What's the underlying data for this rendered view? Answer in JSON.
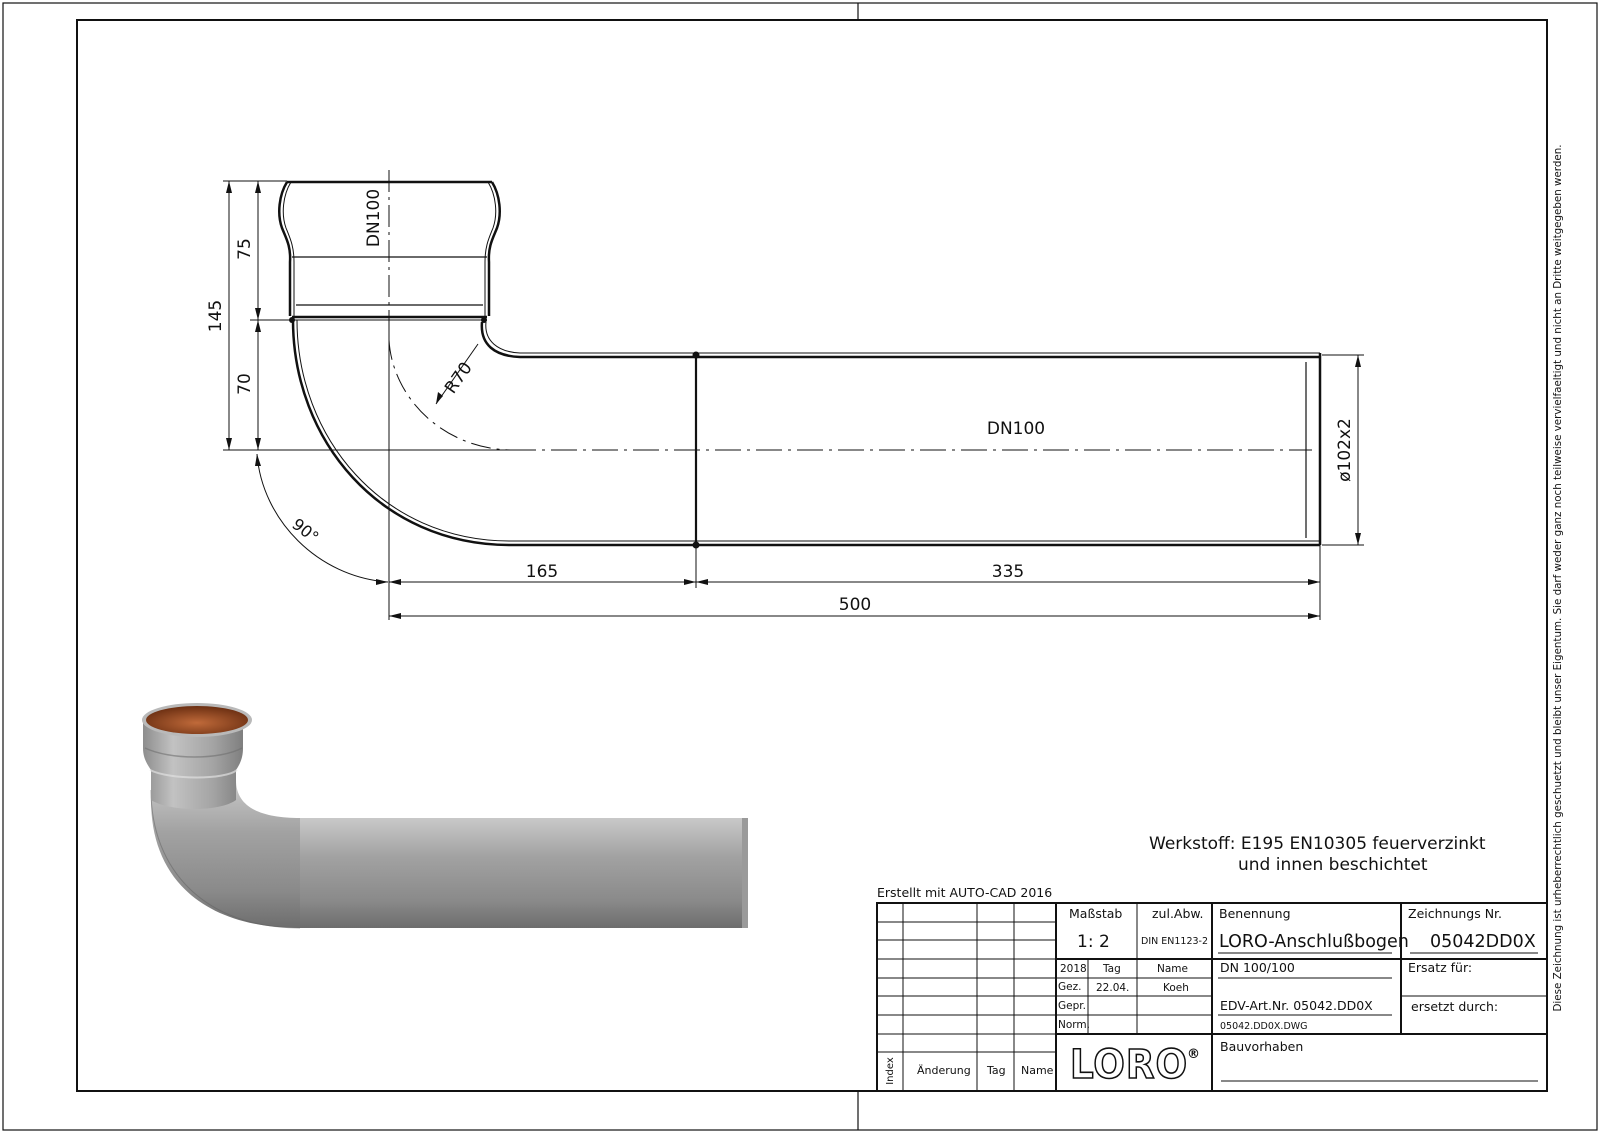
{
  "drawing": {
    "dims": {
      "d145": "145",
      "d75": "75",
      "d70": "70",
      "d165": "165",
      "d335": "335",
      "d500": "500",
      "r70": "R70",
      "angle": "90°",
      "dn_top": "DN100",
      "dn_main": "DN100",
      "dia": "ø102x2"
    }
  },
  "material": {
    "line1": "Werkstoff:  E195  EN10305  feuerverzinkt",
    "line2": "und  innen  beschichtet"
  },
  "created_with": "Erstellt  mit  AUTO-CAD  2016",
  "copyright": "Diese Zeichnung ist urheberrechtlich geschuetzt und bleibt unser Eigentum. Sie darf weder ganz noch teilweise vervielfaeltigt und nicht an Dritte weitgegeben werden.",
  "title_block": {
    "scale_label": "Maßstab",
    "scale": "1: 2",
    "tol_label": "zul.Abw.",
    "tol": "DIN EN1123-2",
    "name_label": "Benennung",
    "name": "LORO-Anschlußbogen",
    "drawing_no_label": "Zeichnungs Nr.",
    "drawing_no": "05042DD0X",
    "year": "2018",
    "day_label": "Tag",
    "person_label": "Name",
    "drawn_label": "Gez.",
    "drawn_day": "22.04.",
    "drawn_name": "Koeh",
    "checked_label": "Gepr.",
    "norm_label": "Norm.",
    "size": "DN 100/100",
    "replaces_label": "Ersatz für:",
    "edv": "EDV-Art.Nr.  05042.DD0X",
    "replaced_by_label": "ersetzt durch:",
    "file": "05042.DD0X.DWG",
    "project_label": "Bauvorhaben",
    "index_label": "Index",
    "change_label": "Änderung",
    "rev_day_label": "Tag",
    "rev_name_label": "Name",
    "logo": "LORO",
    "logo_mark": "®"
  }
}
